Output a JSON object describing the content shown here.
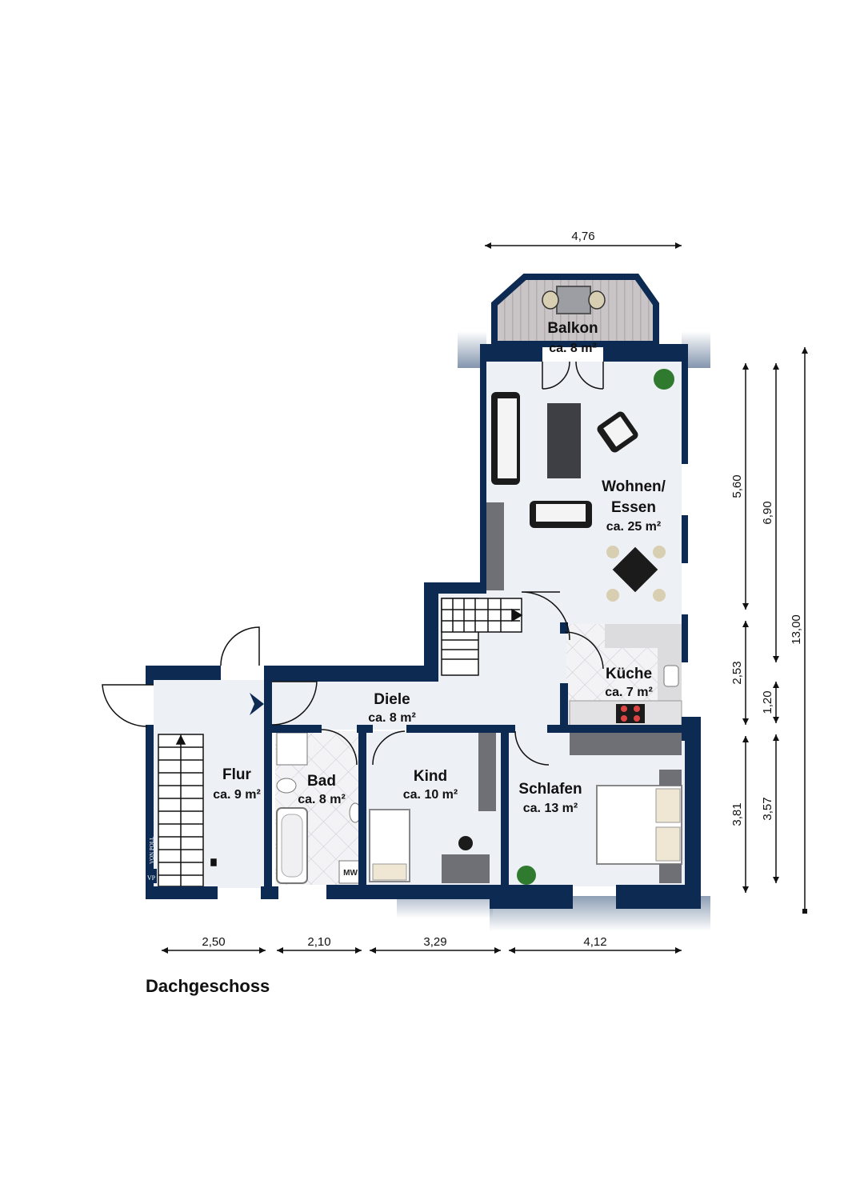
{
  "floor_label": "Dachgeschoss",
  "rooms": {
    "balkon": {
      "name": "Balkon",
      "area": "ca. 8 m²"
    },
    "wohnen": {
      "name_line1": "Wohnen/",
      "name_line2": "Essen",
      "area": "ca. 25 m²"
    },
    "kueche": {
      "name": "Küche",
      "area": "ca. 7 m²"
    },
    "diele": {
      "name": "Diele",
      "area": "ca. 8 m²"
    },
    "flur": {
      "name": "Flur",
      "area": "ca. 9 m²"
    },
    "bad": {
      "name": "Bad",
      "area": "ca. 8 m²"
    },
    "kind": {
      "name": "Kind",
      "area": "ca. 10 m²"
    },
    "schlafen": {
      "name": "Schlafen",
      "area": "ca. 13 m²"
    }
  },
  "fixtures": {
    "washing_machine": "MW"
  },
  "logo": {
    "text": "VON POLL",
    "initials": "VP"
  },
  "dimensions": {
    "top": "4,76",
    "bottom": [
      "2,50",
      "2,10",
      "3,29",
      "4,12"
    ],
    "right_inner": [
      "5,60",
      "2,53",
      "3,81"
    ],
    "right_mid": [
      "6,90",
      "1,20",
      "3,57"
    ],
    "right_outer": "13,00"
  },
  "colors": {
    "wall": "#0d2b52",
    "floor": "#edf0f5",
    "tile": "#e6e6ea",
    "counter": "#6e7075"
  }
}
